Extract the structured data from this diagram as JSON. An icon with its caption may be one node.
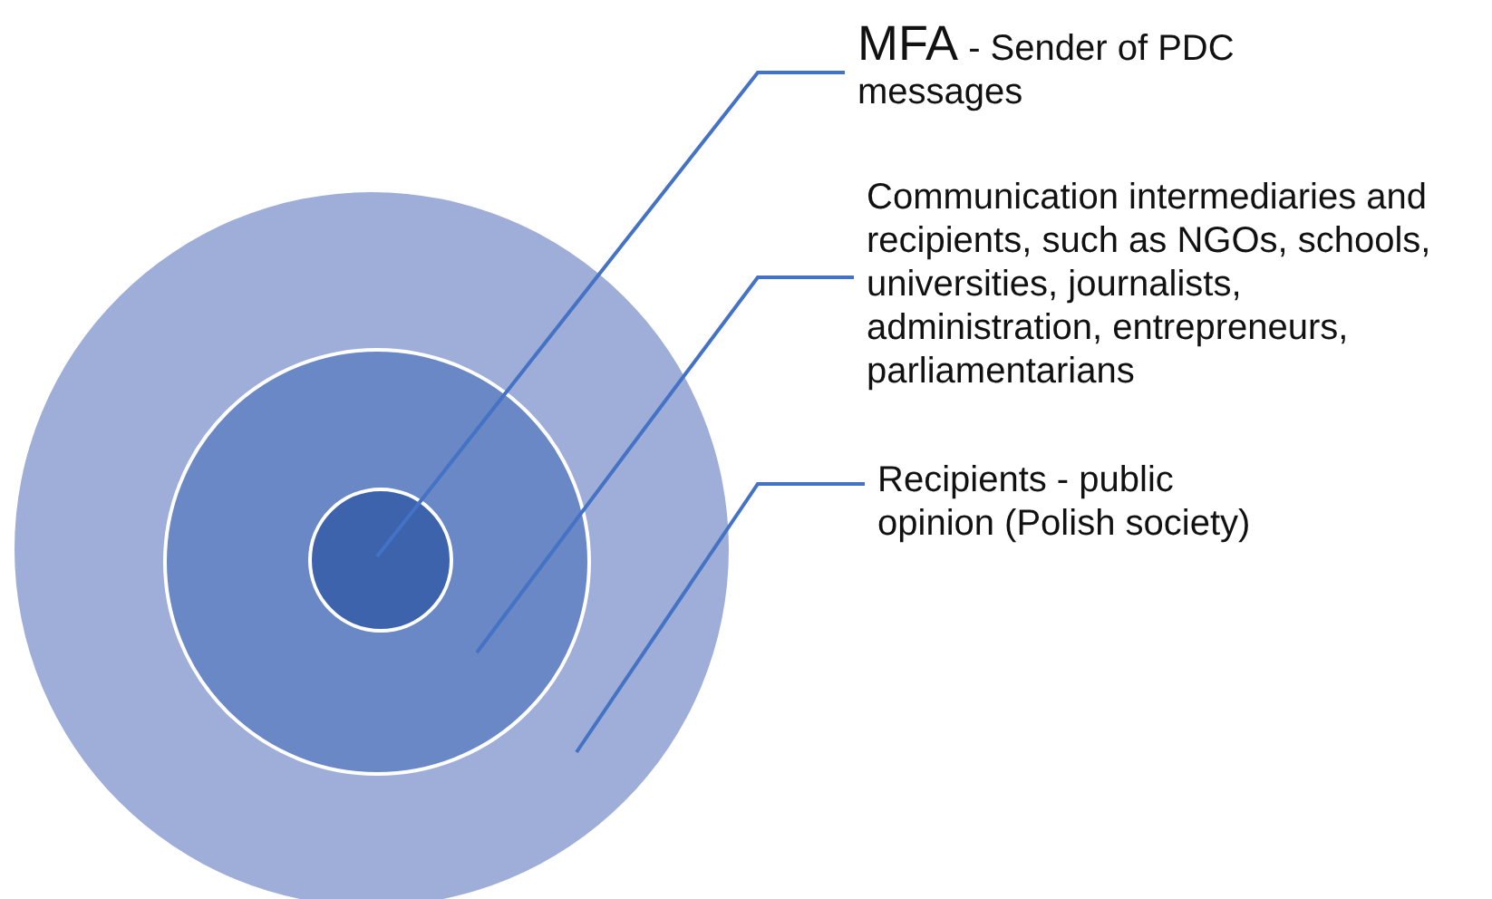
{
  "diagram": {
    "nodes": [
      {
        "text": [],
        "shape": "circle"
      },
      {
        "text": [],
        "shape": "circle",
        "in": 0
      },
      {
        "text": [],
        "shape": "circle",
        "in": 1
      },
      {
        "text": [
          "MFA",
          "- Sender of PDC messages"
        ]
      },
      {
        "text": [
          "Communication intermediaries and recipients, such as NGOs, schools, universities, journalists, administration, entrepreneurs, parliamentarians"
        ]
      },
      {
        "text": [
          "Recipients - public opinion (Polish society)"
        ]
      }
    ],
    "edges": [
      {
        "from": 3,
        "to": 2,
        "arrow": "none"
      },
      {
        "from": 4,
        "to": 1,
        "arrow": "none"
      },
      {
        "from": 5,
        "to": 0,
        "arrow": "none"
      }
    ]
  }
}
